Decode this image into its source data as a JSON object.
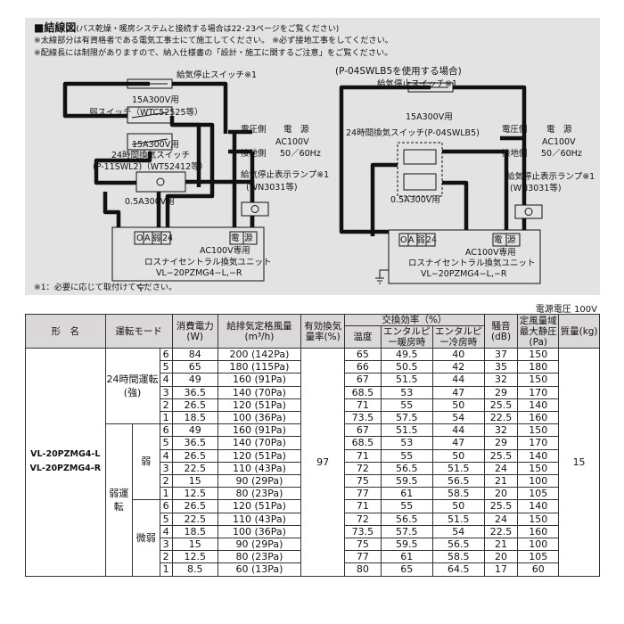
{
  "diagram": {
    "title": "■結線図",
    "title_note": "(バス乾燥・暖房システムと接続する場合は22･23ページをご覧ください)",
    "note1": "※太線部分は有資格者である電気工事士にて施工してください。 ※必ず接地工事をしてください。",
    "note2": "※配線長には制限がありますので、納入仕様書の「設計・施工に関するご注意」をご覧ください。",
    "footnote": "※1：必要に応じて取付けてください。",
    "left": {
      "stop_switch": "給気停止スイッチ※1",
      "sw1_rating": "15A300V用",
      "sw1_name": "弱スイッチ（WTC52525等）",
      "sw2_rating": "15A300V用",
      "sw2_name": "24時間換気スイッチ",
      "sw2_model": "(P-11SWL2)（WT52412等）",
      "fuse": "0.5A300V用",
      "voltage_side": "電圧側",
      "power": "電　源",
      "ac": "AC100V",
      "ground_side": "接地側",
      "freq": "50／60Hz",
      "lamp": "給気停止表示ランプ※1",
      "lamp_model": "(WN3031等)",
      "terminals": [
        "O",
        "A",
        "弱",
        "24",
        "電",
        "源"
      ],
      "unit_line1": "AC100V専用",
      "unit_line2": "ロスナイセントラル換気ユニット",
      "unit_line3": "VL−20PZMG4−L,−R"
    },
    "right": {
      "caption": "(P-04SWLB5を使用する場合)",
      "stop_switch": "給気停止スイッチ※1",
      "sw1_rating": "15A300V用",
      "sw2_name": "24時間換気スイッチ(P-04SWLB5)",
      "fuse": "0.5A300V用",
      "voltage_side": "電圧側",
      "power": "電　源",
      "ac": "AC100V",
      "ground_side": "接地側",
      "freq": "50／60Hz",
      "lamp": "給気停止表示ランプ※1",
      "lamp_model": "(WN3031等)",
      "terminals": [
        "O",
        "A",
        "弱",
        "24",
        "電",
        "源"
      ],
      "unit_line1": "AC100V専用",
      "unit_line2": "ロスナイセントラル換気ユニット",
      "unit_line3": "VL−20PZMG4−L,−R"
    }
  },
  "spec": {
    "voltage": "電源電圧 100V",
    "headers": {
      "model": "形　名",
      "mode": "運転モード",
      "power": "消費電力(W)",
      "airflow": "給排気定格風量(m³/h)",
      "exchange_rate": "有効換気量率(%)",
      "efficiency": "交換効率（%）",
      "temp": "温度",
      "enthalpy_heat": "エンタルピー暖房時",
      "enthalpy_cool": "エンタルピー冷房時",
      "noise": "騒音(dB)",
      "static": "定風量域最大静圧(Pa)",
      "mass": "質量(kg)"
    },
    "model1": "VL-20PZMG4-L",
    "model2": "VL-20PZMG4-R",
    "exchange_rate_value": "97",
    "mass_value": "15",
    "mode_24h": "24時間運転(強)",
    "mode_weak": "弱運転",
    "mode_jaku": "弱",
    "mode_bijaku": "微弱",
    "rows": [
      [
        "6",
        "84",
        "200 (142Pa)",
        "65",
        "49.5",
        "40",
        "37",
        "150"
      ],
      [
        "5",
        "65",
        "180 (115Pa)",
        "66",
        "50.5",
        "42",
        "35",
        "180"
      ],
      [
        "4",
        "49",
        "160  (91Pa)",
        "67",
        "51.5",
        "44",
        "32",
        "150"
      ],
      [
        "3",
        "36.5",
        "140  (70Pa)",
        "68.5",
        "53",
        "47",
        "29",
        "170"
      ],
      [
        "2",
        "26.5",
        "120  (51Pa)",
        "71",
        "55",
        "50",
        "25.5",
        "140"
      ],
      [
        "1",
        "18.5",
        "100  (36Pa)",
        "73.5",
        "57.5",
        "54",
        "22.5",
        "160"
      ],
      [
        "6",
        "49",
        "160  (91Pa)",
        "67",
        "51.5",
        "44",
        "32",
        "150"
      ],
      [
        "5",
        "36.5",
        "140  (70Pa)",
        "68.5",
        "53",
        "47",
        "29",
        "170"
      ],
      [
        "4",
        "26.5",
        "120  (51Pa)",
        "71",
        "55",
        "50",
        "25.5",
        "140"
      ],
      [
        "3",
        "22.5",
        "110  (43Pa)",
        "72",
        "56.5",
        "51.5",
        "24",
        "150"
      ],
      [
        "2",
        "15",
        "90  (29Pa)",
        "75",
        "59.5",
        "56.5",
        "21",
        "100"
      ],
      [
        "1",
        "12.5",
        "80  (23Pa)",
        "77",
        "61",
        "58.5",
        "20",
        "105"
      ],
      [
        "6",
        "26.5",
        "120  (51Pa)",
        "71",
        "55",
        "50",
        "25.5",
        "140"
      ],
      [
        "5",
        "22.5",
        "110  (43Pa)",
        "72",
        "56.5",
        "51.5",
        "24",
        "150"
      ],
      [
        "4",
        "18.5",
        "100  (36Pa)",
        "73.5",
        "57.5",
        "54",
        "22.5",
        "160"
      ],
      [
        "3",
        "15",
        "90  (29Pa)",
        "75",
        "59.5",
        "56.5",
        "21",
        "100"
      ],
      [
        "2",
        "12.5",
        "80  (23Pa)",
        "77",
        "61",
        "58.5",
        "20",
        "105"
      ],
      [
        "1",
        "8.5",
        "60  (13Pa)",
        "80",
        "65",
        "64.5",
        "17",
        "60"
      ]
    ]
  }
}
